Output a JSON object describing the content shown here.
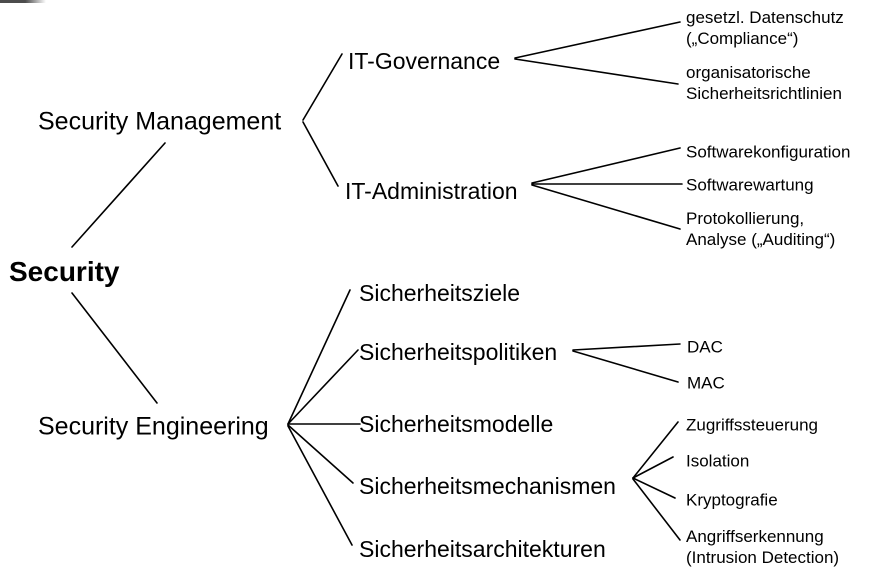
{
  "colors": {
    "background": "#ffffff",
    "text": "#000000",
    "line": "#000000"
  },
  "nodes": {
    "security": {
      "label": "Security"
    },
    "security_management": {
      "label": "Security Management"
    },
    "security_engineering": {
      "label": "Security Engineering"
    },
    "it_governance": {
      "label": "IT-Governance"
    },
    "it_administration": {
      "label": "IT-Administration"
    },
    "sicherheitsziele": {
      "label": "Sicherheitsziele"
    },
    "sicherheitspolitiken": {
      "label": "Sicherheitspolitiken"
    },
    "sicherheitsmodelle": {
      "label": "Sicherheitsmodelle"
    },
    "sicherheitsmechanismen": {
      "label": "Sicherheitsmechanismen"
    },
    "sicherheitsarchitekturen": {
      "label": "Sicherheitsarchitekturen"
    },
    "gesetzl_datenschutz": {
      "lines": [
        "gesetzl. Datenschutz",
        "(„Compliance“)"
      ]
    },
    "organisatorische_richtlinien": {
      "lines": [
        "organisatorische",
        "Sicherheitsrichtlinien"
      ]
    },
    "softwarekonfiguration": {
      "label": "Softwarekonfiguration"
    },
    "softwarewartung": {
      "label": "Softwarewartung"
    },
    "protokollierung_auditing": {
      "lines": [
        "Protokollierung,",
        "Analyse („Auditing“)"
      ]
    },
    "dac": {
      "label": "DAC"
    },
    "mac": {
      "label": "MAC"
    },
    "zugriffssteuerung": {
      "label": "Zugriffssteuerung"
    },
    "isolation": {
      "label": "Isolation"
    },
    "kryptografie": {
      "label": "Kryptografie"
    },
    "angriffserkennung": {
      "lines": [
        "Angriffserkennung",
        "(Intrusion Detection)"
      ]
    }
  }
}
